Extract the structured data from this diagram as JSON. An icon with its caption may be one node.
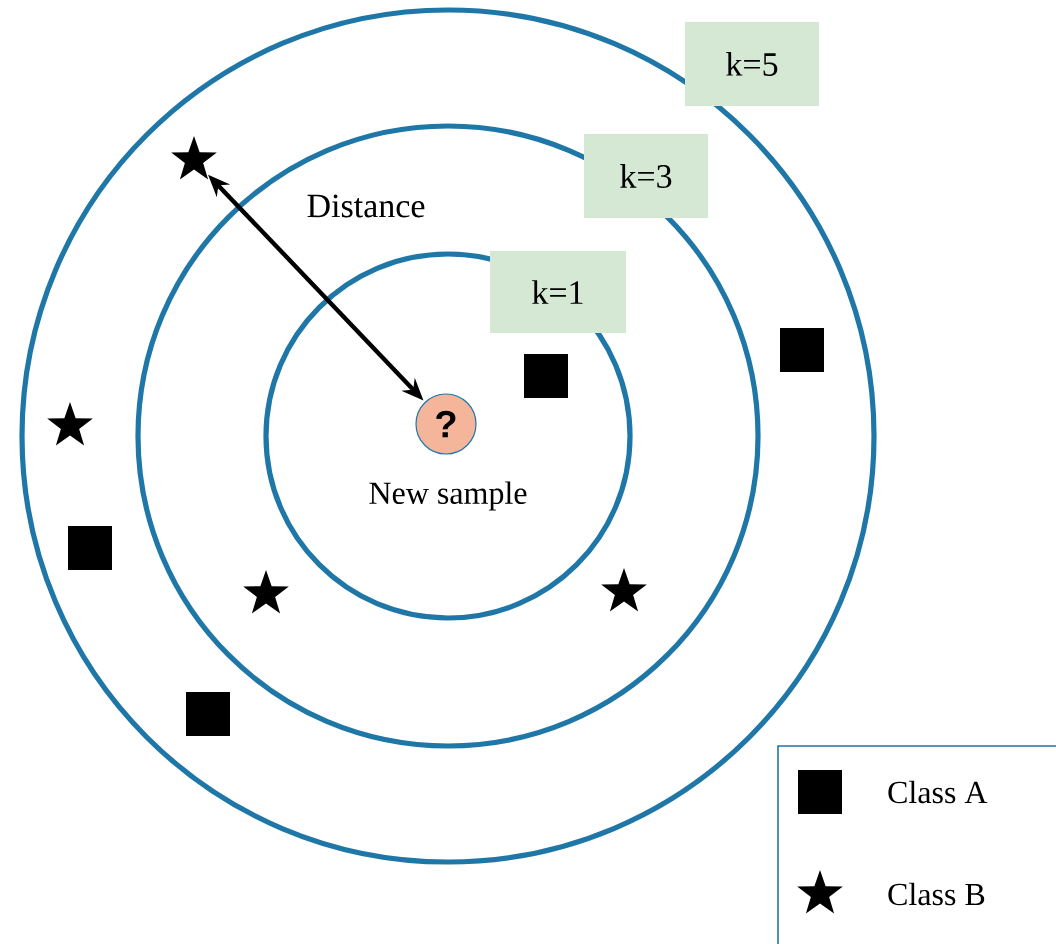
{
  "diagram": {
    "nodes": [
      {
        "text": [],
        "shape": "star"
      },
      {
        "text": [
          "?"
        ],
        "beside": [
          "New sample"
        ]
      },
      {
        "text": [
          "k=1"
        ]
      },
      {
        "text": [
          "k=3"
        ]
      },
      {
        "text": [
          "k=5"
        ]
      },
      {
        "text": [],
        "shape": "star"
      },
      {
        "text": [],
        "shape": "box"
      },
      {
        "text": [],
        "shape": "box"
      },
      {
        "text": [],
        "shape": "star"
      },
      {
        "text": [],
        "shape": "box"
      },
      {
        "text": [],
        "shape": "box"
      },
      {
        "text": [],
        "shape": "star"
      }
    ],
    "edges": [
      {
        "from": 1,
        "to": 0,
        "arrow": "both",
        "label": "Distance"
      }
    ],
    "legend": [
      {
        "text": "Class A"
      },
      {
        "text": "Class B"
      }
    ]
  }
}
